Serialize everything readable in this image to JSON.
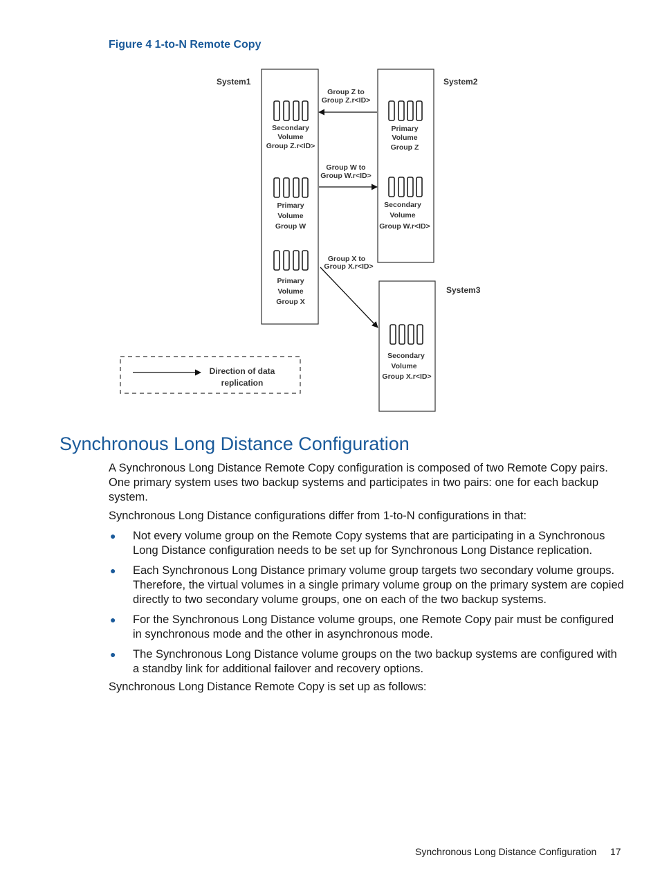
{
  "figure": {
    "caption": "Figure 4 1-to-N Remote Copy",
    "system1": "System1",
    "system2": "System2",
    "system3": "System3",
    "s1_group1": [
      "Secondary",
      "Volume",
      "Group Z.r<ID>"
    ],
    "s1_group2": [
      "Primary",
      "Volume",
      "Group W"
    ],
    "s1_group3": [
      "Primary",
      "Volume",
      "Group X"
    ],
    "s2_group1": [
      "Primary",
      "Volume",
      "Group Z"
    ],
    "s2_group2": [
      "Secondary",
      "Volume",
      "Group W.r<ID>"
    ],
    "s3_group1": [
      "Secondary",
      "Volume",
      "Group X.r<ID>"
    ],
    "arrow_z": [
      "Group Z to",
      "Group Z.r<ID>"
    ],
    "arrow_w": [
      "Group W to",
      "Group W.r<ID>"
    ],
    "arrow_x": [
      "Group X to",
      "Group X.r<ID>"
    ],
    "legend": [
      "Direction of data",
      "replication"
    ]
  },
  "section": {
    "title": "Synchronous Long Distance Configuration",
    "para1": "A Synchronous Long Distance Remote Copy configuration is composed of two Remote Copy pairs. One primary system uses two backup systems and participates in two pairs: one for each backup system.",
    "para2": "Synchronous Long Distance configurations differ from 1-to-N configurations in that:",
    "bullets": [
      "Not every volume group on the Remote Copy systems that are participating in a Synchronous Long Distance configuration needs to be set up for Synchronous Long Distance replication.",
      "Each Synchronous Long Distance primary volume group targets two secondary volume groups. Therefore, the virtual volumes in a single primary volume group on the primary system are copied directly to two secondary volume groups, one on each of the two backup systems.",
      "For the Synchronous Long Distance volume groups, one Remote Copy pair must be configured in synchronous mode and the other in asynchronous mode.",
      "The Synchronous Long Distance volume groups on the two backup systems are configured with a standby link for additional failover and recovery options."
    ],
    "para3": "Synchronous Long Distance Remote Copy is set up as follows:"
  },
  "footer": {
    "section_name": "Synchronous Long Distance Configuration",
    "page_number": "17"
  }
}
